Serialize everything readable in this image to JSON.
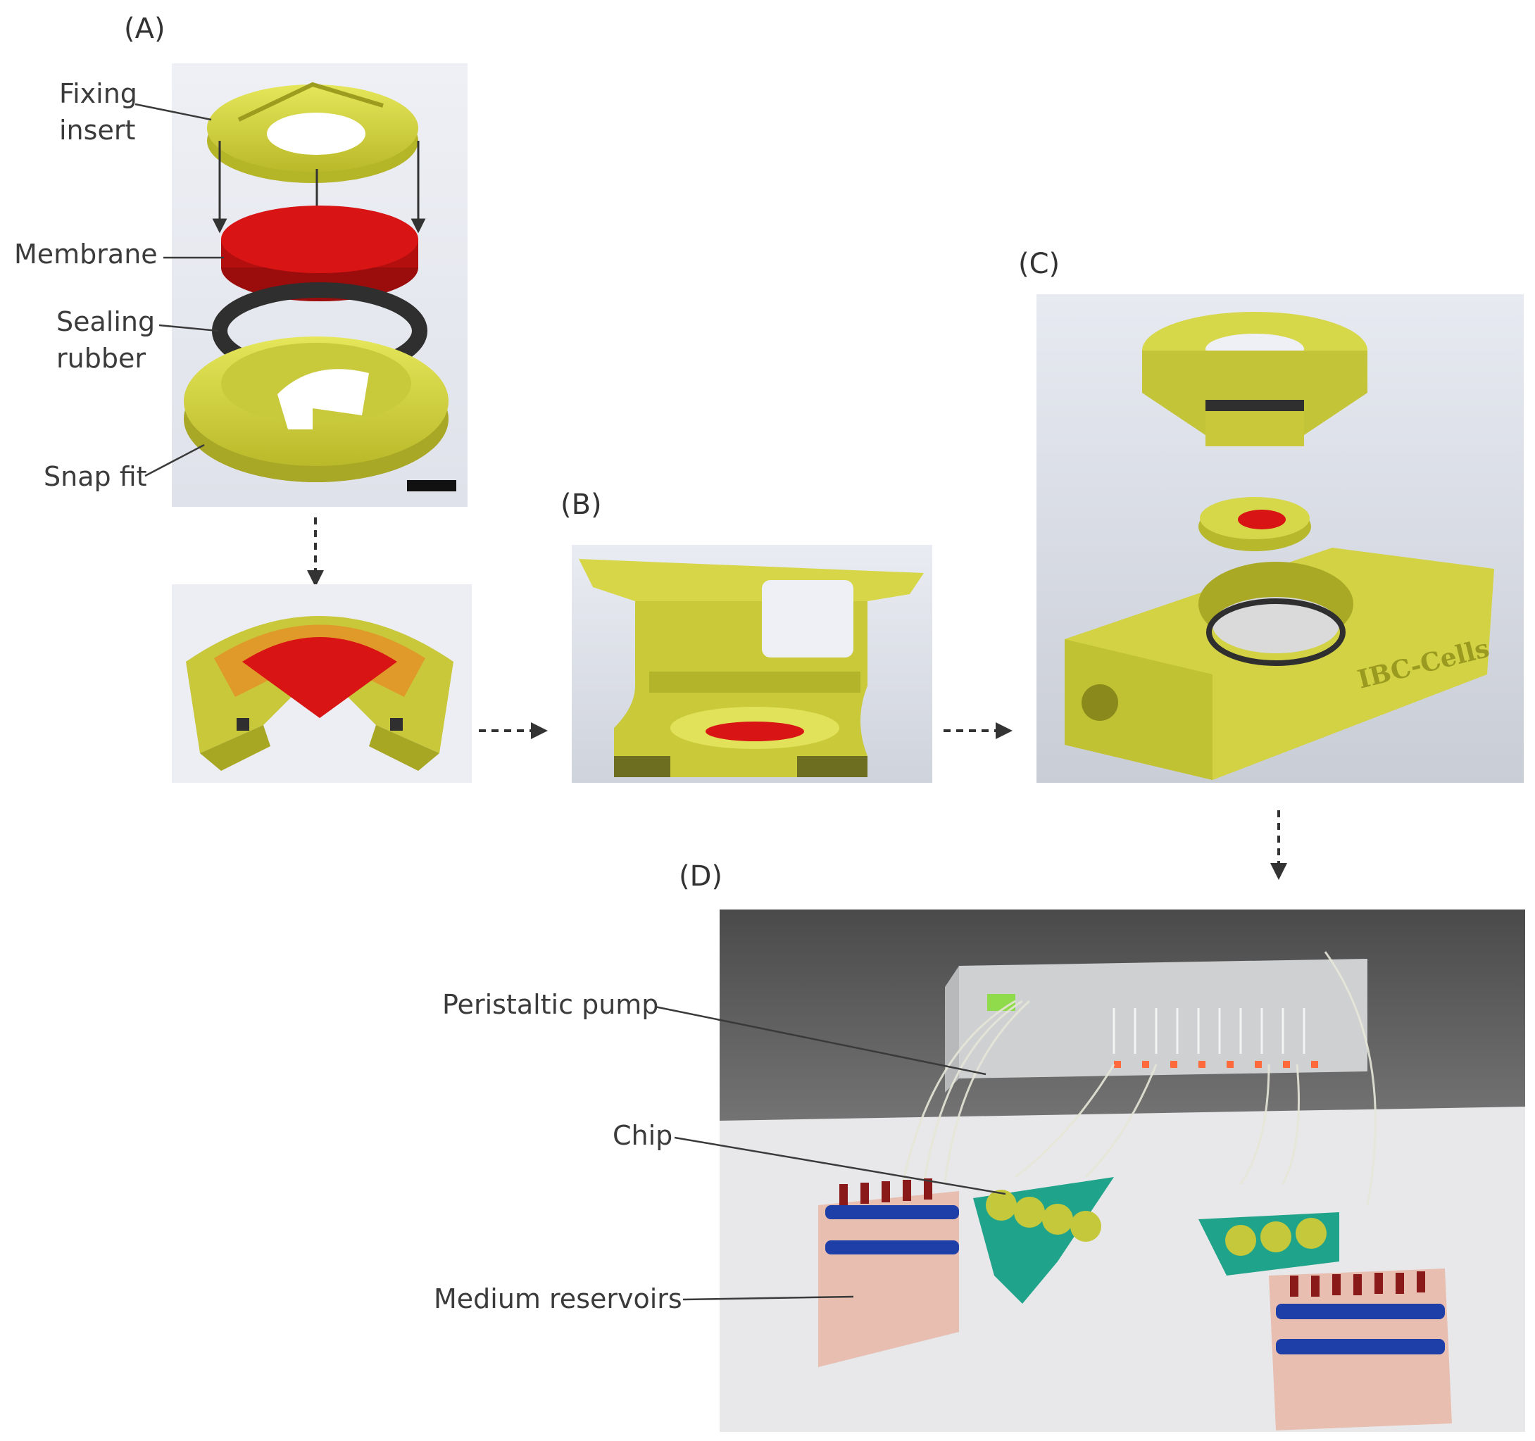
{
  "panels": {
    "a": "(A)",
    "b": "(B)",
    "c": "(C)",
    "d": "(D)"
  },
  "labels_a": {
    "fixing_insert_1": "Fixing",
    "fixing_insert_2": "insert",
    "membrane": "Membrane",
    "sealing_1": "Sealing",
    "sealing_2": "rubber",
    "snap_fit": "Snap fit"
  },
  "labels_d": {
    "pump": "Peristaltic pump",
    "chip": "Chip",
    "reservoirs": "Medium reservoirs"
  },
  "engraving_c": "IBC-Cells",
  "colors": {
    "part_yellow": "#d7d74a",
    "membrane_red": "#d81414",
    "rubber_dark": "#2f2f2f",
    "render_bg": "#e9ebf1"
  }
}
